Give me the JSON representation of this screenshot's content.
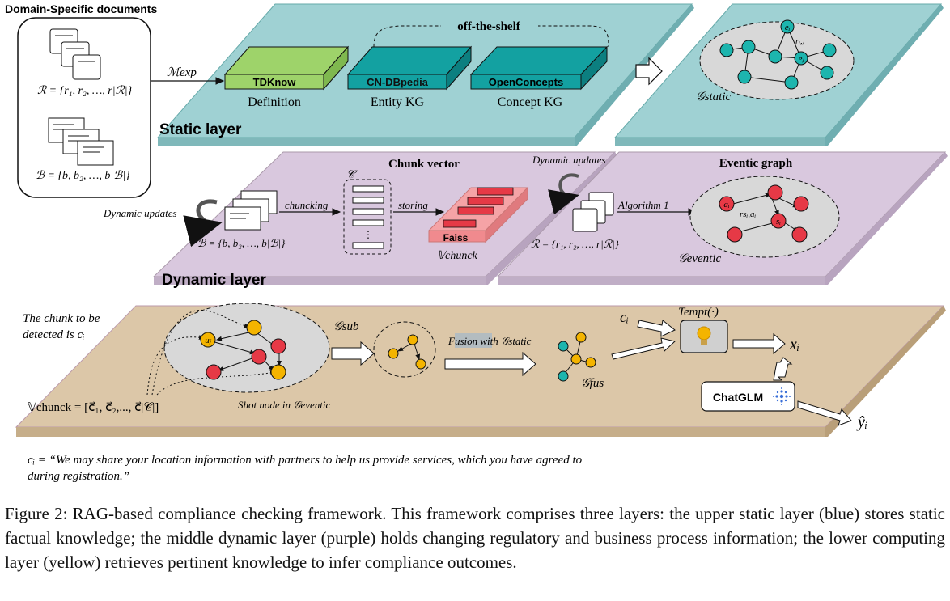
{
  "docs": {
    "title": "Domain-Specific documents",
    "r_set": "ℛ = {r₁, r₂, …, r|ℛ|}",
    "b_set": "ℬ = {b, b₂, …, b|ℬ|}",
    "m_exp": "ℳexp"
  },
  "static_layer": {
    "label": "Static layer",
    "off_the_shelf": "off-the-shelf",
    "kbs": [
      {
        "name": "TDKnow",
        "sub": "Definition"
      },
      {
        "name": "CN-DBpedia",
        "sub": "Entity KG"
      },
      {
        "name": "OpenConcepts",
        "sub": "Concept KG"
      }
    ],
    "graph_label": "𝒢static",
    "node_ei": "eᵢ",
    "node_ej": "eⱼ",
    "edge_rij": "rᵢ,ⱼ"
  },
  "dynamic_layer": {
    "label": "Dynamic layer",
    "dyn_updates_left": "Dynamic updates",
    "dyn_updates_right": "Dynamic updates",
    "b_set": "ℬ = {b, b₂, …, b|ℬ|}",
    "chunking": "chuncking",
    "c_label": "𝒞",
    "chunk_vector_title": "Chunk vector",
    "storing": "storing",
    "faiss": "Faiss",
    "v_chunck": "𝕍chunck",
    "r_set": "ℛ = {r₁, r₂, …, r|ℛ|}",
    "algorithm": "Algorithm 1",
    "eventic_title": "Eventic graph",
    "node_ai": "aᵢ",
    "node_si": "sᵢ",
    "edge_r": "rsᵢ,aᵢ",
    "graph_label": "𝒢eventic"
  },
  "computing_layer": {
    "chunk_detect_line1": "The chunk to be",
    "chunk_detect_line2": "detected is cᵢ",
    "node_uj": "uⱼ",
    "g_sub": "𝒢sub",
    "fusion": "Fusion with 𝒢static",
    "g_fus": "𝒢fus",
    "ci": "cᵢ",
    "tempt": "Tempt(·)",
    "xi": "xᵢ",
    "chatglm": "ChatGLM",
    "yi": "ŷᵢ",
    "v_chunck_set": "𝕍chunck = [c⃗₁, c⃗₂,..., c⃗|𝒞|]",
    "shot_node": "Shot node in 𝒢eventic"
  },
  "example": {
    "line1": "cᵢ = “We may share your location information with partners to help us provide services, which you have agreed to",
    "line2": "during registration.”"
  },
  "caption": "Figure 2: RAG-based compliance checking framework. This framework comprises three layers: the upper static layer (blue) stores static factual knowledge; the middle dynamic layer (purple) holds changing regulatory and business process information; the lower computing layer (yellow) retrieves pertinent knowledge to infer compliance outcomes.",
  "colors": {
    "static_layer": "#9fd1d3",
    "dynamic_layer": "#d9c8de",
    "computing_layer": "#dcc7a8",
    "kb_green": "#9ed36a",
    "kb_teal": "#13a1a1",
    "node_teal": "#1db5ae",
    "node_red": "#e63946",
    "node_yellow": "#f4b400",
    "faiss_pink": "#f5a3a6"
  }
}
